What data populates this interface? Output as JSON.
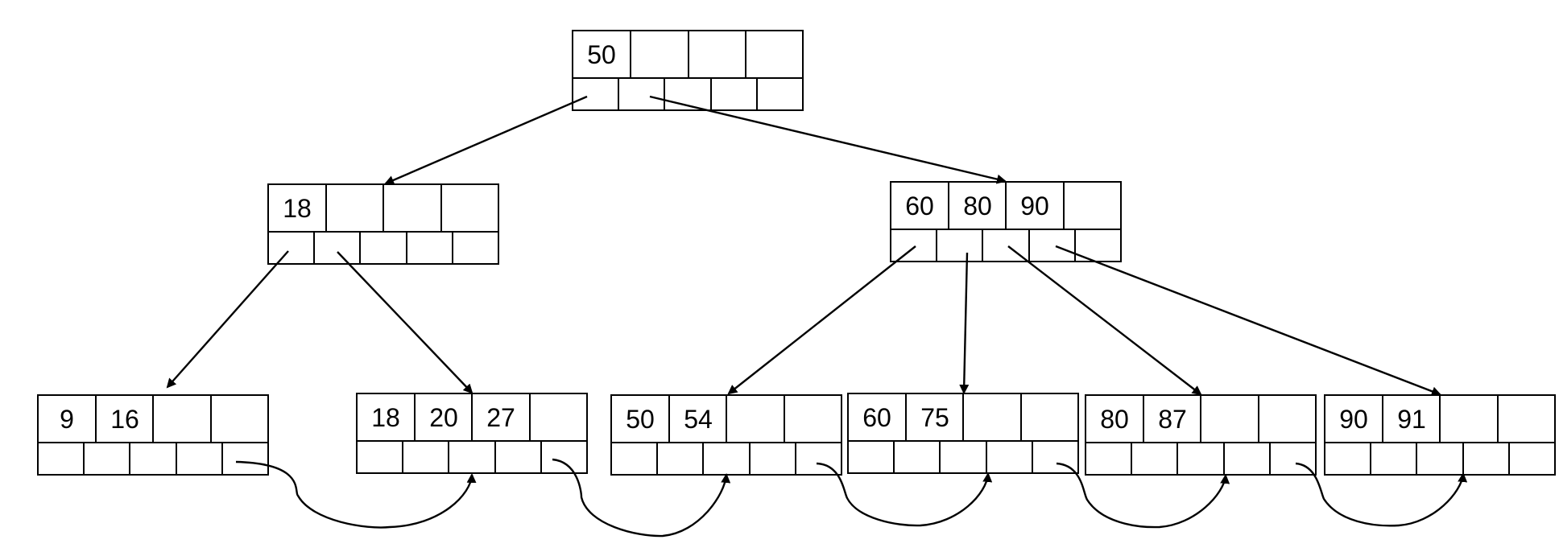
{
  "colors": {
    "line": "#000000",
    "background": "#ffffff"
  },
  "tree": {
    "root": {
      "keys": [
        "50",
        "",
        "",
        ""
      ]
    },
    "internal_left": {
      "keys": [
        "18",
        "",
        "",
        ""
      ]
    },
    "internal_right": {
      "keys": [
        "60",
        "80",
        "90",
        ""
      ]
    },
    "leaves": [
      {
        "keys": [
          "9",
          "16",
          "",
          ""
        ]
      },
      {
        "keys": [
          "18",
          "20",
          "27",
          ""
        ]
      },
      {
        "keys": [
          "50",
          "54",
          "",
          ""
        ]
      },
      {
        "keys": [
          "60",
          "75",
          "",
          ""
        ]
      },
      {
        "keys": [
          "80",
          "87",
          "",
          ""
        ]
      },
      {
        "keys": [
          "90",
          "91",
          "",
          ""
        ]
      }
    ]
  }
}
